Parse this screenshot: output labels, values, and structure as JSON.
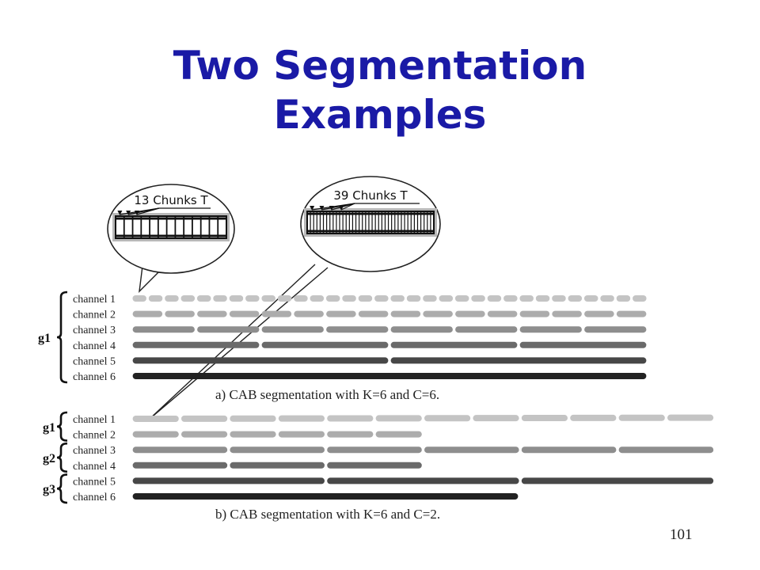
{
  "title": "Two Segmentation Examples",
  "page_number": "101",
  "callouts": [
    {
      "label": "13 Chunks T",
      "chunks": 13
    },
    {
      "label": "39 Chunks T",
      "chunks": 39
    }
  ],
  "colors": {
    "title": "#1a1aa6",
    "channel_1": "#c4c4c4",
    "channel_2": "#acacac",
    "channel_3": "#8e8e8e",
    "channel_4": "#6a6a6a",
    "channel_5": "#474747",
    "channel_6": "#222222"
  },
  "panels": [
    {
      "caption": "a) CAB segmentation with K=6 and C=6.",
      "groups": [
        {
          "label": "g1",
          "channels": [
            1,
            2,
            3,
            4,
            5,
            6
          ]
        }
      ],
      "channels": [
        {
          "label": "channel 1",
          "segments": 32
        },
        {
          "label": "channel 2",
          "segments": 16
        },
        {
          "label": "channel 3",
          "segments": 8
        },
        {
          "label": "channel 4",
          "segments": 4
        },
        {
          "label": "channel 5",
          "segments": 2
        },
        {
          "label": "channel 6",
          "segments": 1
        }
      ]
    },
    {
      "caption": "b) CAB segmentation with K=6 and C=2.",
      "groups": [
        {
          "label": "g1",
          "channels": [
            1,
            2
          ]
        },
        {
          "label": "g2",
          "channels": [
            3,
            4
          ]
        },
        {
          "label": "g3",
          "channels": [
            5,
            6
          ]
        }
      ],
      "channels": [
        {
          "label": "channel 1",
          "segments": 12
        },
        {
          "label": "channel 2",
          "segments": 6
        },
        {
          "label": "channel 3",
          "segments": 6
        },
        {
          "label": "channel 4",
          "segments": 3
        },
        {
          "label": "channel 5",
          "segments": 3
        },
        {
          "label": "channel 6",
          "segments": 1
        }
      ]
    }
  ]
}
